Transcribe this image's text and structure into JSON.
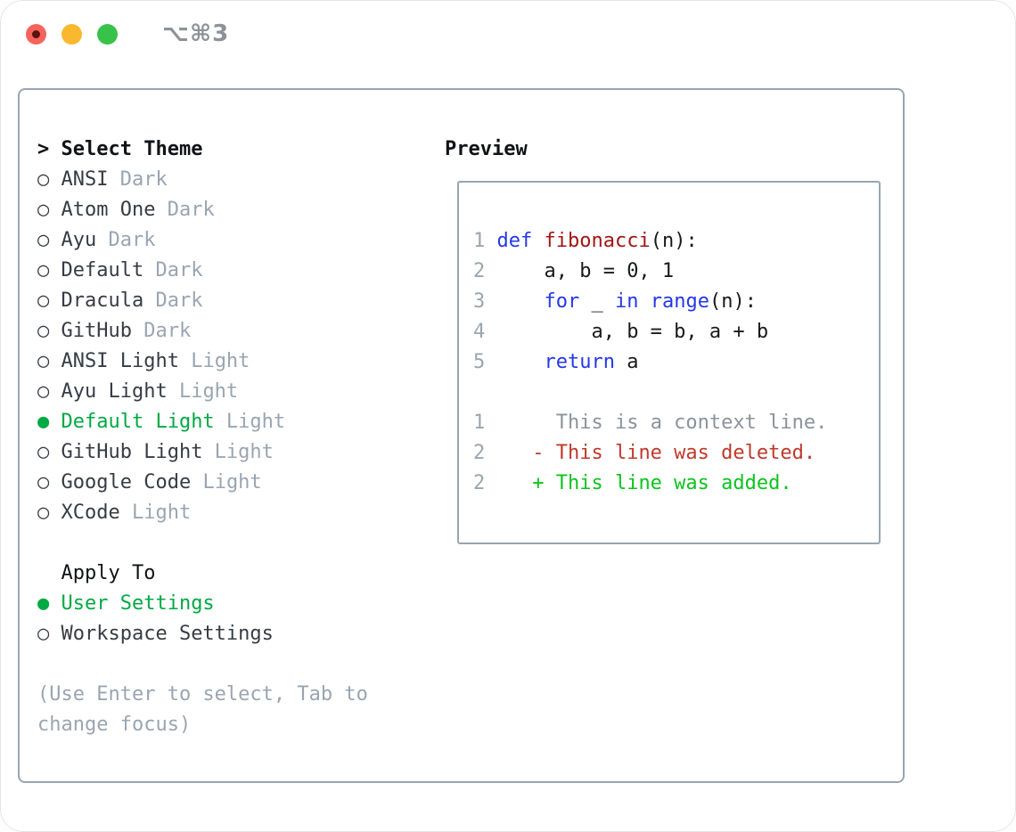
{
  "titlebar": {
    "shortcut": "⌥⌘3"
  },
  "markers": {
    "cursor": ">",
    "selected": "●",
    "unselected": "○"
  },
  "colors": {
    "accent_green": "#00a944",
    "diff_added": "#0cc41e",
    "diff_deleted": "#c0392b",
    "keyword_blue": "#2438e8",
    "function_red": "#a31515",
    "muted_gray": "#9aa5b1",
    "context_gray": "#8b939c",
    "text_dark": "#363c44",
    "title_black": "#101316",
    "border_gray": "#9aa5b1",
    "traffic_red": "#f4645c",
    "traffic_red_inner": "#5c120f",
    "traffic_yellow": "#f9b82d",
    "traffic_green": "#38c24a",
    "shortcut_gray": "#8e9298"
  },
  "theme_list": {
    "title": "Select Theme",
    "items": [
      {
        "name": "ANSI",
        "tag": "Dark",
        "selected": false
      },
      {
        "name": "Atom One",
        "tag": "Dark",
        "selected": false
      },
      {
        "name": "Ayu",
        "tag": "Dark",
        "selected": false
      },
      {
        "name": "Default",
        "tag": "Dark",
        "selected": false
      },
      {
        "name": "Dracula",
        "tag": "Dark",
        "selected": false
      },
      {
        "name": "GitHub",
        "tag": "Dark",
        "selected": false
      },
      {
        "name": "ANSI Light",
        "tag": "Light",
        "selected": false
      },
      {
        "name": "Ayu Light",
        "tag": "Light",
        "selected": false
      },
      {
        "name": "Default Light",
        "tag": "Light",
        "selected": true
      },
      {
        "name": "GitHub Light",
        "tag": "Light",
        "selected": false
      },
      {
        "name": "Google Code",
        "tag": "Light",
        "selected": false
      },
      {
        "name": "XCode",
        "tag": "Light",
        "selected": false
      }
    ]
  },
  "apply_to": {
    "title": "Apply To",
    "items": [
      {
        "label": "User Settings",
        "selected": true
      },
      {
        "label": "Workspace Settings",
        "selected": false
      }
    ]
  },
  "help_text": "(Use Enter to select, Tab to change focus)",
  "preview": {
    "title": "Preview",
    "lines": [
      {
        "kind": "code",
        "segments": [
          {
            "t": "1",
            "c": "num"
          },
          {
            "t": " ",
            "c": "plain"
          },
          {
            "t": "def",
            "c": "kw"
          },
          {
            "t": " ",
            "c": "plain"
          },
          {
            "t": "fibonacci",
            "c": "fn"
          },
          {
            "t": "(n):",
            "c": "plain"
          }
        ]
      },
      {
        "kind": "code",
        "segments": [
          {
            "t": "2",
            "c": "num"
          },
          {
            "t": "     a, b = 0, 1",
            "c": "plain"
          }
        ]
      },
      {
        "kind": "code",
        "segments": [
          {
            "t": "3",
            "c": "num"
          },
          {
            "t": "     ",
            "c": "plain"
          },
          {
            "t": "for",
            "c": "kw"
          },
          {
            "t": " _ ",
            "c": "plain"
          },
          {
            "t": "in",
            "c": "kw"
          },
          {
            "t": " ",
            "c": "plain"
          },
          {
            "t": "range",
            "c": "kw"
          },
          {
            "t": "(n):",
            "c": "plain"
          }
        ]
      },
      {
        "kind": "code",
        "segments": [
          {
            "t": "4",
            "c": "num"
          },
          {
            "t": "         a, b = b, a + b",
            "c": "plain"
          }
        ]
      },
      {
        "kind": "code",
        "segments": [
          {
            "t": "5",
            "c": "num"
          },
          {
            "t": "     ",
            "c": "plain"
          },
          {
            "t": "return",
            "c": "kw"
          },
          {
            "t": " a",
            "c": "plain"
          }
        ]
      },
      {
        "kind": "blank",
        "segments": []
      },
      {
        "kind": "diff-context",
        "segments": [
          {
            "t": "1",
            "c": "num"
          },
          {
            "t": "      ",
            "c": "plain"
          },
          {
            "t": "This is a context line.",
            "c": "ctx"
          }
        ]
      },
      {
        "kind": "diff-deleted",
        "segments": [
          {
            "t": "2",
            "c": "num"
          },
          {
            "t": "    ",
            "c": "plain"
          },
          {
            "t": "- This line was deleted.",
            "c": "del"
          }
        ]
      },
      {
        "kind": "diff-added",
        "segments": [
          {
            "t": "2",
            "c": "num"
          },
          {
            "t": "    ",
            "c": "plain"
          },
          {
            "t": "+ This line was added.",
            "c": "add"
          }
        ]
      }
    ]
  }
}
